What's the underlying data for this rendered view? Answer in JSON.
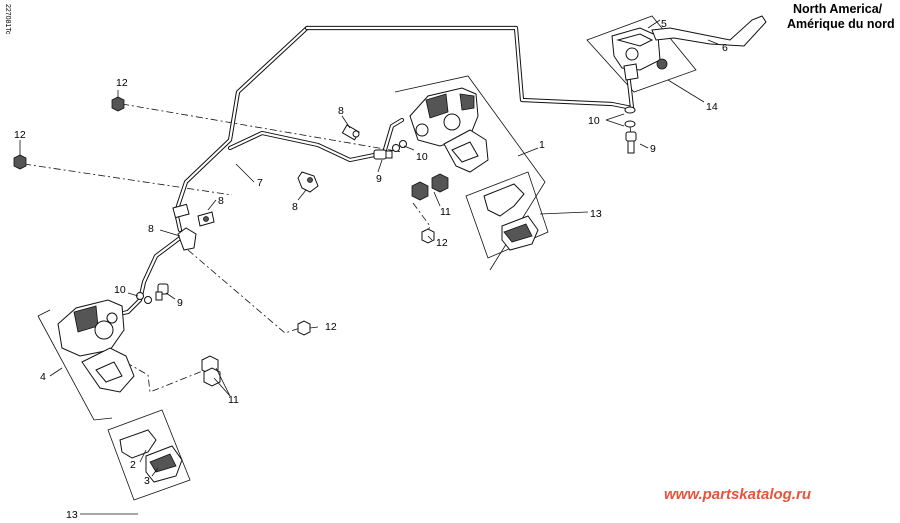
{
  "region_title": {
    "line1": "North America/",
    "line2": "Amérique du nord"
  },
  "drawing_number": "227081Tc",
  "watermark": {
    "text": "www.partskatalog.ru",
    "color": "#e8533c"
  },
  "callouts": {
    "c1": "1",
    "c2": "2",
    "c3": "3",
    "c4": "4",
    "c5": "5",
    "c6": "6",
    "c7": "7",
    "c8a": "8",
    "c8b": "8",
    "c8c": "8",
    "c8d": "8",
    "c9a": "9",
    "c9b": "9",
    "c9c": "9",
    "c10a": "10",
    "c10b": "10",
    "c10c": "10",
    "c11a": "11",
    "c11b": "11",
    "c12a": "12",
    "c12b": "12",
    "c12c": "12",
    "c12d": "12",
    "c13a": "13",
    "c13b": "13",
    "c14": "14"
  }
}
